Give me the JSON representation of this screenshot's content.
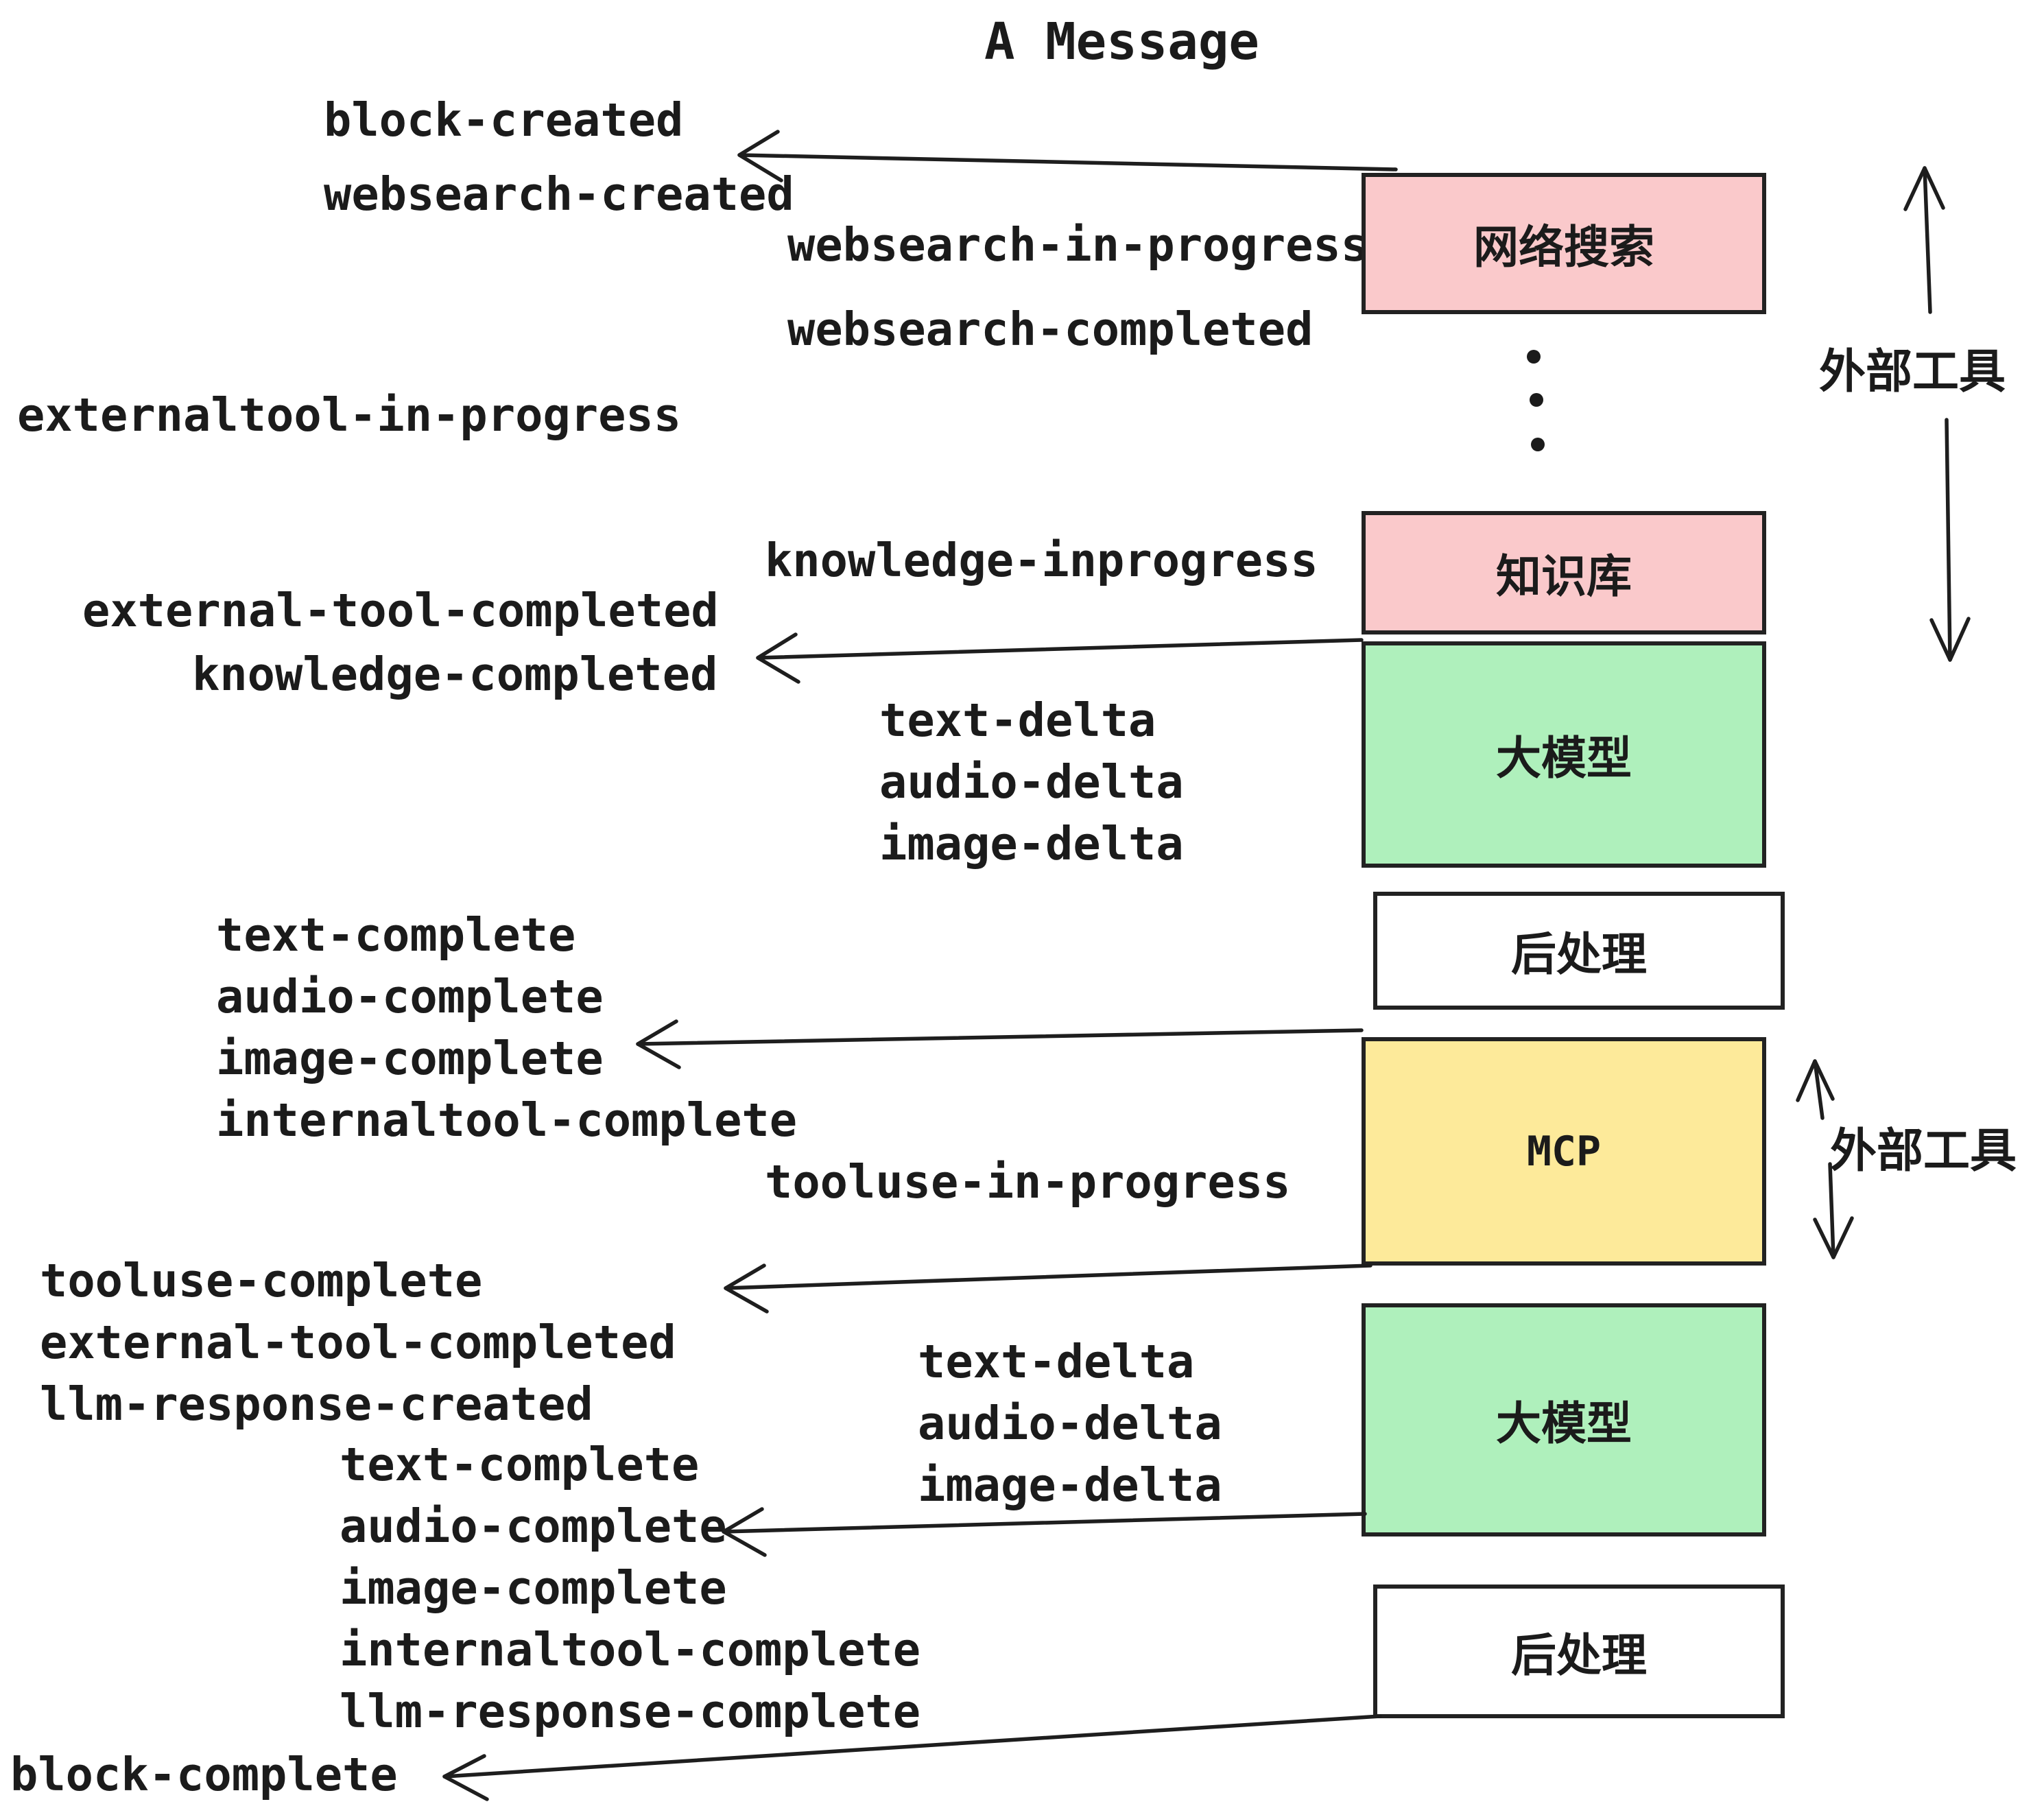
{
  "title": "A Message",
  "events": [
    {
      "text": "block-created"
    },
    {
      "text": "websearch-created"
    },
    {
      "text": "websearch-in-progress"
    },
    {
      "text": "websearch-completed"
    },
    {
      "text": "externaltool-in-progress"
    },
    {
      "text": "knowledge-inprogress"
    },
    {
      "text": "external-tool-completed"
    },
    {
      "text": "knowledge-completed"
    },
    {
      "text": "text-delta"
    },
    {
      "text": "audio-delta"
    },
    {
      "text": "image-delta"
    },
    {
      "text": "text-complete"
    },
    {
      "text": "audio-complete"
    },
    {
      "text": "image-complete"
    },
    {
      "text": "internaltool-complete"
    },
    {
      "text": "tooluse-in-progress"
    },
    {
      "text": "tooluse-complete"
    },
    {
      "text": "external-tool-completed"
    },
    {
      "text": "llm-response-created"
    },
    {
      "text": "text-delta"
    },
    {
      "text": "audio-delta"
    },
    {
      "text": "image-delta"
    },
    {
      "text": "text-complete"
    },
    {
      "text": "audio-complete"
    },
    {
      "text": "image-complete"
    },
    {
      "text": "internaltool-complete"
    },
    {
      "text": "llm-response-complete"
    },
    {
      "text": "block-complete"
    }
  ],
  "boxes": {
    "websearch": {
      "label": "网络搜索",
      "color": "#fac9cb"
    },
    "knowledge": {
      "label": "知识库",
      "color": "#fac9cb"
    },
    "llm1": {
      "label": "大模型",
      "color": "#aff0bc"
    },
    "post1": {
      "label": "后处理",
      "color": "#ffffff"
    },
    "mcp": {
      "label": "MCP",
      "color": "#fdea9a"
    },
    "llm2": {
      "label": "大模型",
      "color": "#aff0bc"
    },
    "post2": {
      "label": "后处理",
      "color": "#ffffff"
    }
  },
  "side_labels": {
    "external_tools_top": "外部工具",
    "external_tools_mcp": "外部工具"
  },
  "colors": {
    "pink": "#fac9cb",
    "green": "#aff0bc",
    "yellow": "#fdea9a",
    "white": "#ffffff",
    "border": "#222222",
    "ink": "#1b1b1b"
  }
}
